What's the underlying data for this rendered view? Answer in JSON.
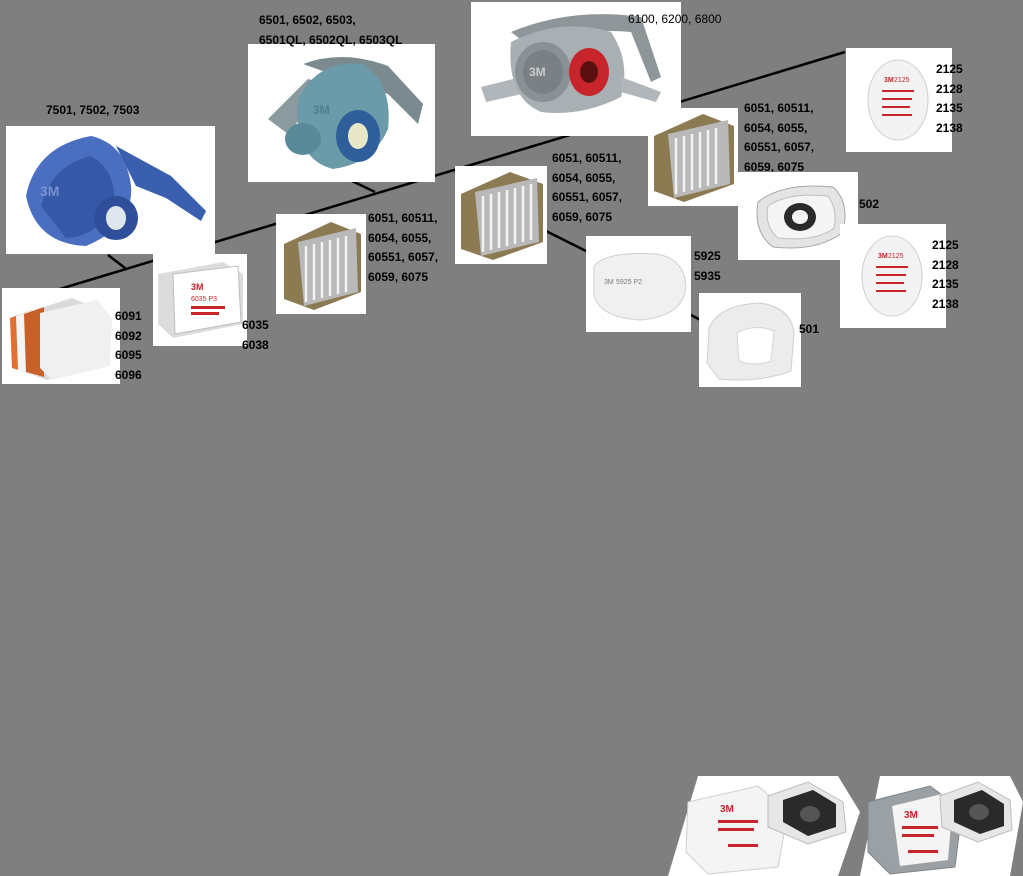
{
  "labels": {
    "mask_7500": "7501, 7502, 7503",
    "mask_6500_line1": "6501, 6502, 6503,",
    "mask_6500_line2": "6501QL, 6502QL, 6503QL",
    "mask_6000": "6100, 6200, 6800",
    "cart_6000_left": "6051, 60511,\n6054, 6055,\n60551, 6057,\n6059, 6075",
    "cart_6000_mid": "6051, 60511,\n6054, 6055,\n60551, 6057,\n6059, 6075",
    "cart_6000_right": "6051, 60511,\n6054, 6055,\n60551, 6057,\n6059, 6075",
    "p_6035": "6035\n6038",
    "p_6091": "6091\n6092\n6095\n6096",
    "f_5925": "5925\n5935",
    "ret_501": "501",
    "ret_502": "502",
    "f_2125_top": "2125\n2128\n2135\n2138",
    "f_2125_bottom": "2125\n2128\n2135\n2138"
  },
  "product_print": {
    "brand": "3M",
    "p_6035": "6035 P3",
    "f_5925": "5925 P2",
    "f_2125": "2125"
  },
  "colors": {
    "background": "#7f7f7f",
    "mask_blue": "#3a5fae",
    "mask_teal": "#6b9aa8",
    "mask_grey": "#a9b0b4",
    "cartridge_tan": "#8c7a52",
    "filter_red": "#c8242b"
  }
}
